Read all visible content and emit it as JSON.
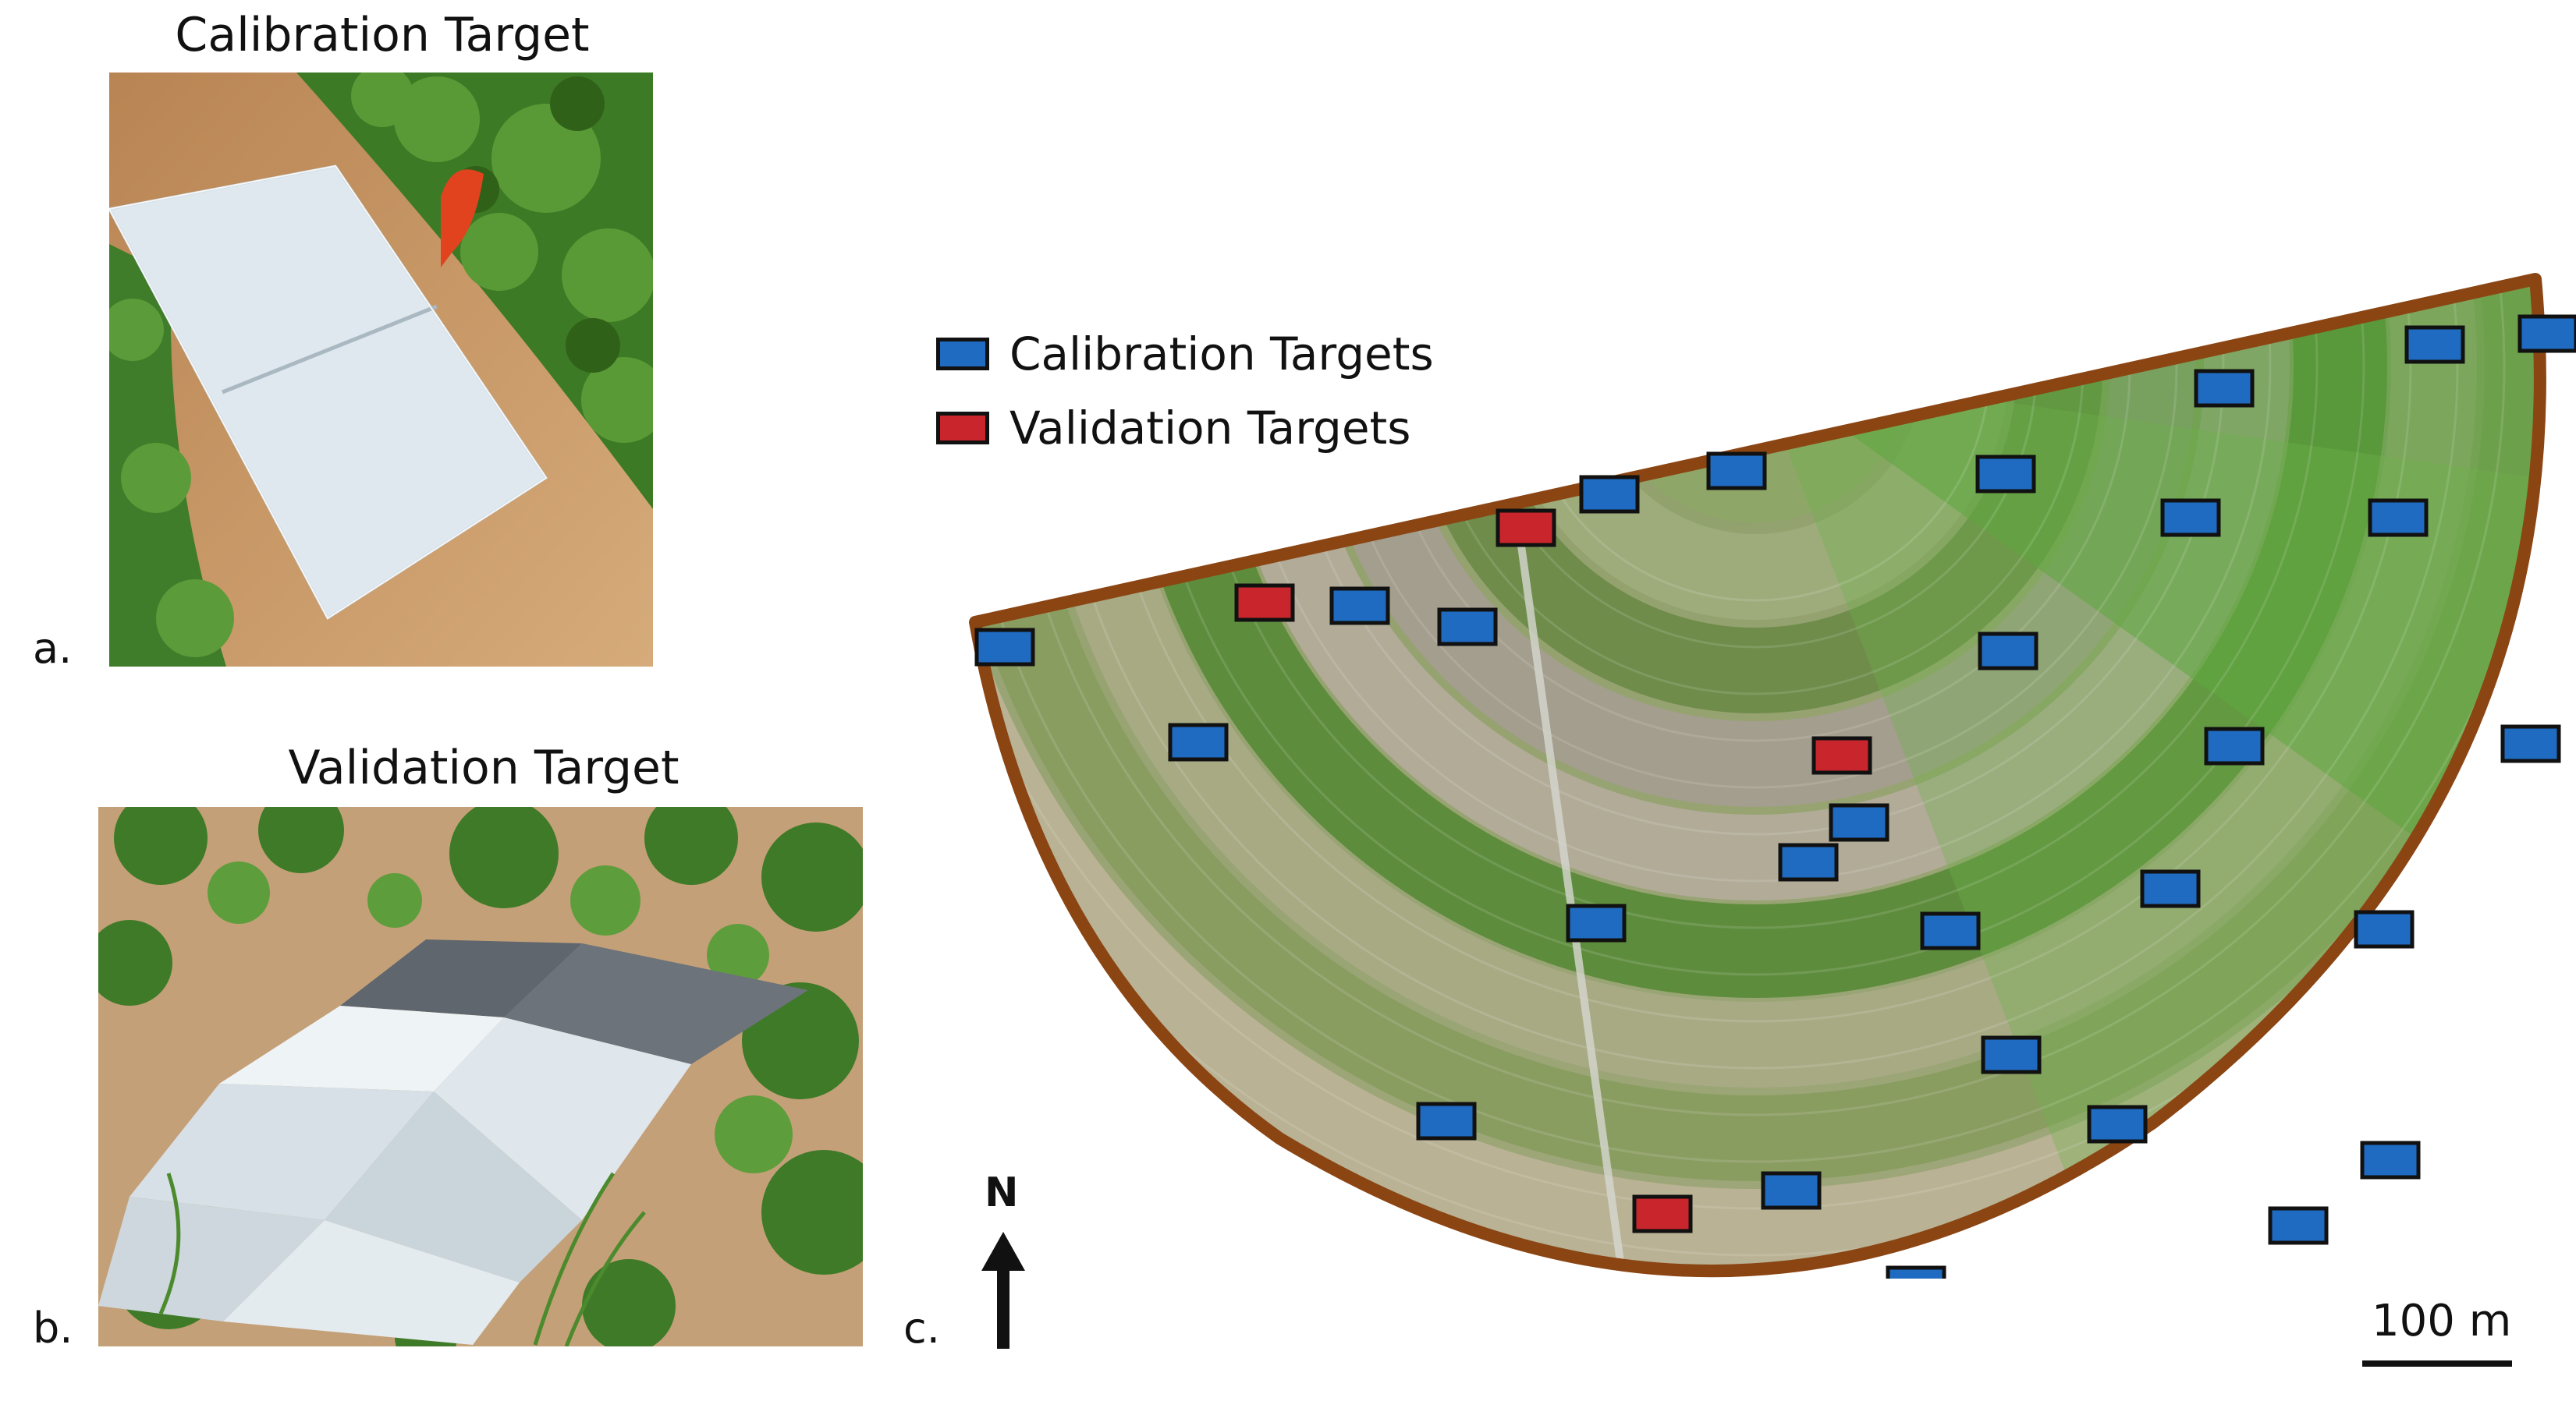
{
  "panels": {
    "a": {
      "label": "a.",
      "title": "Calibration Target"
    },
    "b": {
      "label": "b.",
      "title": "Validation Target"
    },
    "c": {
      "label": "c."
    }
  },
  "legend": [
    {
      "key": "calibration",
      "label": "Calibration Targets",
      "color": "#1f6bc1"
    },
    {
      "key": "validation",
      "label": "Validation Targets",
      "color": "#c8262c"
    }
  ],
  "map": {
    "field_boundary_color": "#8b4513",
    "north_label": "N",
    "scale_label": "100 m",
    "calibration_target_count": 28,
    "validation_target_count": 4
  },
  "colors": {
    "soil": "#c79a6a",
    "crop": "#3f7d2a",
    "panel": "#dfe8ee",
    "flag": "#e0431e"
  }
}
